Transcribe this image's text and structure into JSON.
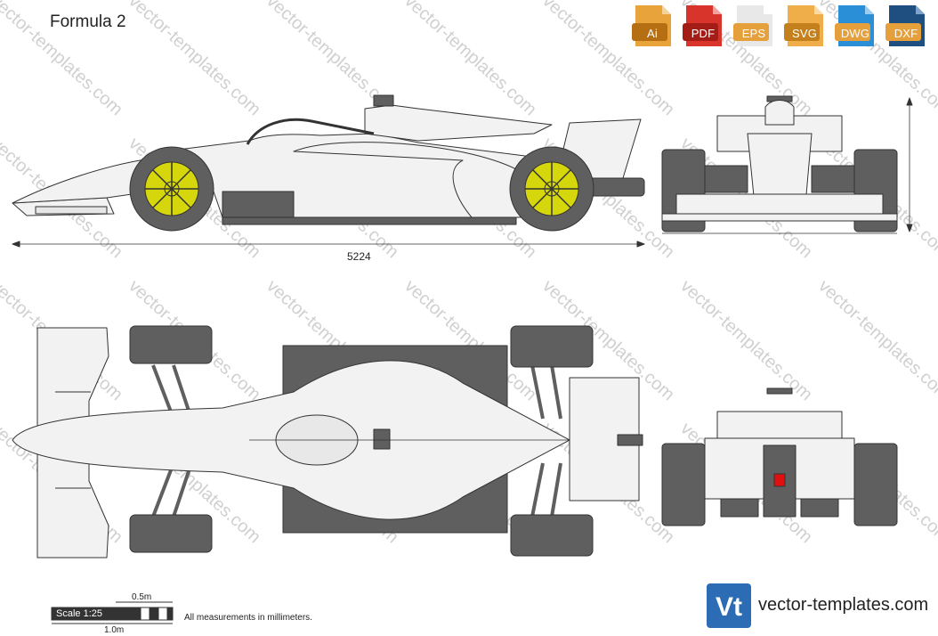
{
  "title": "Formula 2",
  "formats": [
    {
      "label": "Ai",
      "color": "#e8a33b",
      "icon": "ai-file-icon"
    },
    {
      "label": "PDF",
      "color": "#d9342b",
      "icon": "pdf-file-icon"
    },
    {
      "label": "EPS",
      "color": "#e5a03c",
      "icon": "eps-file-icon"
    },
    {
      "label": "SVG",
      "color": "#eaa13a",
      "icon": "svg-file-icon"
    },
    {
      "label": "DWG",
      "color": "#2a8fd6",
      "icon": "dwg-file-icon"
    },
    {
      "label": "DXF",
      "color": "#1f4e80",
      "icon": "dxf-file-icon"
    }
  ],
  "dimensions": {
    "length": "5224"
  },
  "scale": {
    "label": "Scale 1:25",
    "half_meter": "0.5m",
    "one_meter": "1.0m"
  },
  "note": "All measurements in millimeters.",
  "brand": {
    "text": "vector-templates.com",
    "logo_text": "Vt",
    "logo_color": "#2b6cb5"
  },
  "watermark": "vector-templates.com",
  "colors": {
    "body": "#f2f2f2",
    "outline": "#333333",
    "tire": "#5f5f5f",
    "rim": "#d6d60c",
    "red": "#e01010"
  }
}
